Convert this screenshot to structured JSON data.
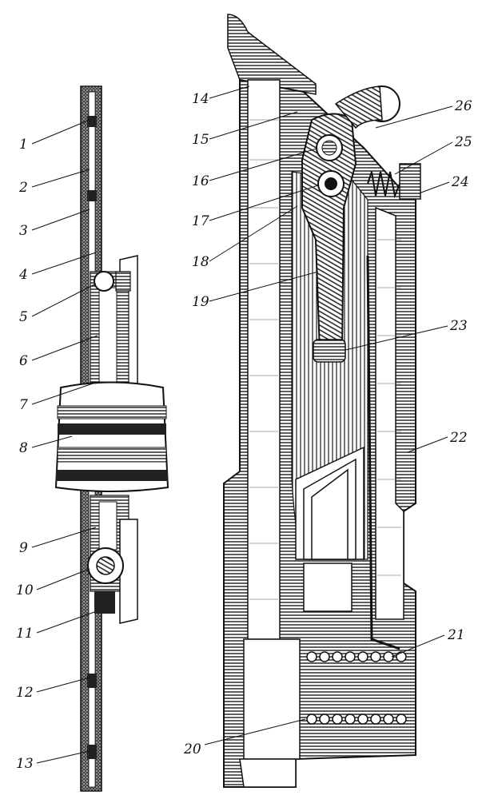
{
  "diagram": {
    "kind": "sectional technical drawing",
    "colors": {
      "ink": "#111111",
      "paper": "#ffffff",
      "hatch": "#1a1a1a"
    },
    "callouts": [
      {
        "id": "c1",
        "text": "1"
      },
      {
        "id": "c2",
        "text": "2"
      },
      {
        "id": "c3",
        "text": "3"
      },
      {
        "id": "c4",
        "text": "4"
      },
      {
        "id": "c5",
        "text": "5"
      },
      {
        "id": "c6",
        "text": "6"
      },
      {
        "id": "c7",
        "text": "7"
      },
      {
        "id": "c8",
        "text": "8"
      },
      {
        "id": "c9",
        "text": "9"
      },
      {
        "id": "c10",
        "text": "10"
      },
      {
        "id": "c11",
        "text": "11"
      },
      {
        "id": "c12",
        "text": "12"
      },
      {
        "id": "c13",
        "text": "13"
      },
      {
        "id": "c14",
        "text": "14"
      },
      {
        "id": "c15",
        "text": "15"
      },
      {
        "id": "c16",
        "text": "16"
      },
      {
        "id": "c17",
        "text": "17"
      },
      {
        "id": "c18",
        "text": "18"
      },
      {
        "id": "c19",
        "text": "19"
      },
      {
        "id": "c20",
        "text": "20"
      },
      {
        "id": "c21",
        "text": "21"
      },
      {
        "id": "c22",
        "text": "22"
      },
      {
        "id": "c23",
        "text": "23"
      },
      {
        "id": "c24",
        "text": "24"
      },
      {
        "id": "c25",
        "text": "25"
      },
      {
        "id": "c26",
        "text": "26"
      }
    ]
  }
}
